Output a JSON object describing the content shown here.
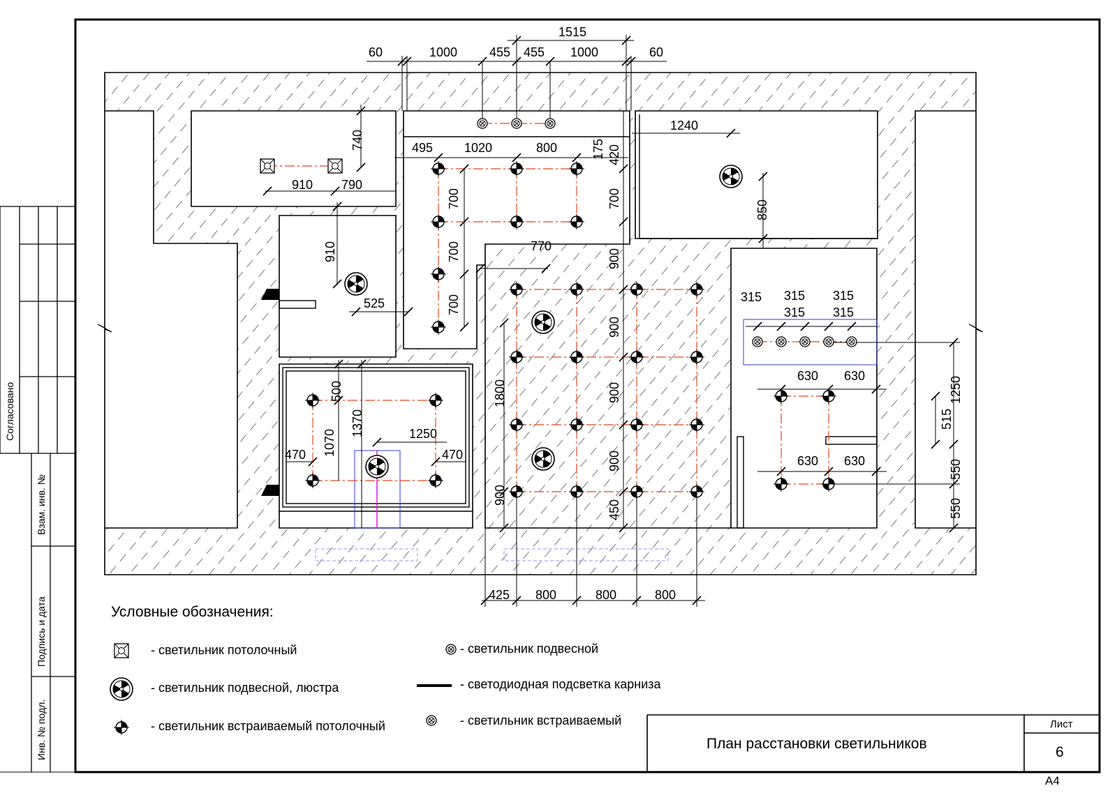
{
  "drawing": {
    "title": "План расстановки светильников",
    "sheet_label": "Лист",
    "sheet_number": "6",
    "format": "A4"
  },
  "stamp": {
    "agreed": "Согласовано",
    "replace_inv": "Взам. инв. №",
    "sign_date": "Подпись и дата",
    "orig_inv": "Инв. № подл."
  },
  "legend": {
    "title": "Условные обозначения:",
    "items": [
      {
        "symbol": "ceiling-lamp",
        "label": "- светильник потолочный"
      },
      {
        "symbol": "chandelier",
        "label": "- светильник подвесной, люстра"
      },
      {
        "symbol": "recessed-lamp",
        "label": "- светильник встраиваемый потолочный"
      },
      {
        "symbol": "pendant-lamp",
        "label": "- светильник подвесной"
      },
      {
        "symbol": "led-strip",
        "label": "- светодиодная подсветка карниза"
      },
      {
        "symbol": "builtin-lamp",
        "label": "- светильник встраиваемый"
      }
    ]
  },
  "dimensions": {
    "top_row": [
      "60",
      "1000",
      "455",
      "455",
      "1000",
      "60"
    ],
    "top_total": "1515",
    "bottom_row": [
      "425",
      "800",
      "800",
      "800"
    ],
    "misc": [
      "1240",
      "850",
      "740",
      "910",
      "790",
      "495",
      "1020",
      "800",
      "175",
      "420",
      "700",
      "700",
      "700",
      "700",
      "770",
      "900",
      "900",
      "900",
      "900",
      "450",
      "910",
      "525",
      "500",
      "1370",
      "1070",
      "1250",
      "470",
      "470",
      "1800",
      "900",
      "315",
      "315",
      "315",
      "315",
      "315",
      "630",
      "630",
      "630",
      "630",
      "1250",
      "515",
      "550",
      "550"
    ]
  },
  "colors": {
    "line": "#000000",
    "axis": "#e8461e",
    "blue": "#3a3ad8",
    "magenta": "#d81bd8"
  }
}
